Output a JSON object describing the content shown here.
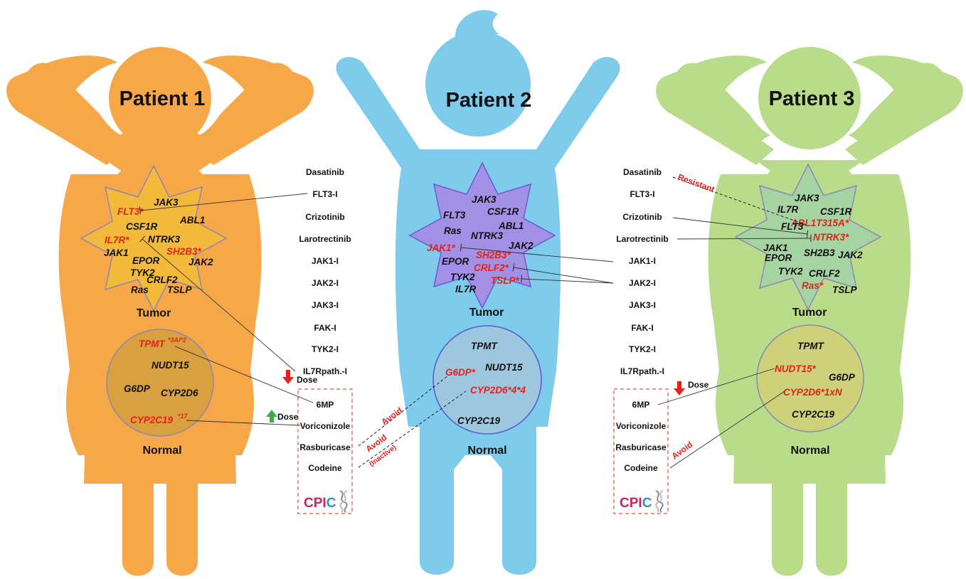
{
  "patients": [
    {
      "title": "Patient 1",
      "tumor_label": "Tumor",
      "normal_label": "Normal",
      "tumor_genes": [
        "FLT3*",
        "JAK3",
        "ABL1",
        "CSF1R",
        "IL7R*",
        "NTRK3",
        "SH2B3*",
        "JAK1",
        "EPOR",
        "JAK2",
        "TYK2",
        "CRLF2",
        "Ras",
        "TSLP"
      ],
      "normal_genes": [
        "TPMT",
        "*3A/*2",
        "NUDT15",
        "G6DP",
        "CYP2D6",
        "CYP2C19",
        "*17"
      ]
    },
    {
      "title": "Patient 2",
      "tumor_label": "Tumor",
      "normal_label": "Normal",
      "tumor_genes": [
        "FLT3",
        "JAK3",
        "CSF1R",
        "Ras",
        "NTRK3",
        "ABL1",
        "JAK2",
        "JAK1*",
        "SH2B3*",
        "EPOR",
        "CRLF2*",
        "TYK2",
        "TSLP*",
        "IL7R"
      ],
      "normal_genes": [
        "TPMT",
        "G6DP*",
        "NUDT15",
        "CYP2D6*4*4",
        "CYP2C19"
      ]
    },
    {
      "title": "Patient 3",
      "tumor_label": "Tumor",
      "normal_label": "Normal",
      "tumor_genes": [
        "JAK3",
        "IL7R",
        "CSF1R",
        "ABL1T315A*",
        "FLT3",
        "NTRK3*",
        "JAK1",
        "EPOR",
        "SH2B3",
        "JAK2",
        "TYK2",
        "CRLF2",
        "Ras*",
        "TSLP"
      ],
      "normal_genes": [
        "TPMT",
        "NUDT15*",
        "G6DP",
        "CYP2D6*1xN",
        "CYP2C19"
      ]
    }
  ],
  "tumor_drugs_left": [
    "Dasatinib",
    "FLT3-I",
    "Crizotinib",
    "Larotrectinib",
    "JAK1-I",
    "JAK2-I",
    "JAK3-I",
    "FAK-I",
    "TYK2-I",
    "IL7Rpath.-I"
  ],
  "tumor_drugs_right": [
    "Dasatinib",
    "FLT3-I",
    "Crizotinib",
    "Larotrectinib",
    "JAK1-I",
    "JAK2-I",
    "JAK3-I",
    "FAK-I",
    "TYK2-I",
    "IL7Rpath.-I"
  ],
  "cpic_drugs_left": [
    "6MP",
    "Voriconizole",
    "Rasburicase",
    "Codeine"
  ],
  "cpic_drugs_right": [
    "6MP",
    "Voriconizole",
    "Rasburicase",
    "Codeine"
  ],
  "cpic_logo_text": "CPIC",
  "annotations": {
    "dose": "Dose",
    "avoid": "Avoid",
    "inactive": "(Inactive)",
    "resistant": "Resistant"
  },
  "colors": {
    "patient1_body": "#f6a849",
    "patient1_tumor": "#f2b93b",
    "patient1_normal": "#d9a03f",
    "patient2_body": "#7ecbec",
    "patient2_tumor": "#a28fe6",
    "patient2_normal": "#9dc7de",
    "patient3_body": "#b9dc8b",
    "patient3_tumor": "#a6d3a2",
    "patient3_normal": "#cdd179",
    "mutation_red": "#e5211a",
    "dose_down_arrow": "#e5211a",
    "dose_up_arrow": "#3cae49"
  }
}
